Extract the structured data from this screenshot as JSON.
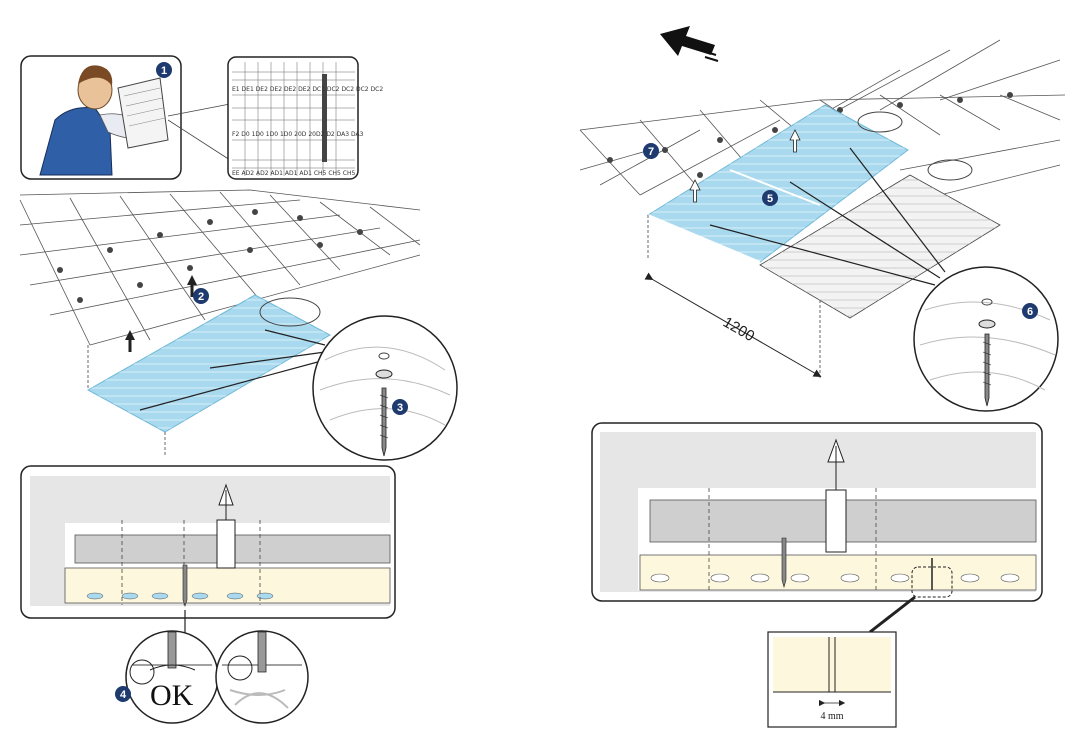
{
  "colors": {
    "panel_blue": "#a9d9ee",
    "panel_blue_edge": "#6fb9d8",
    "badge_navy": "#1e3a6e",
    "insulation_cream": "#fdf7de",
    "grey_board": "#cfcfcf",
    "line": "#2b2b2b"
  },
  "icons": {
    "worker": "worker-reading-plan-icon",
    "arrow_up": "lift-arrow-icon",
    "arrow_direction": "laying-direction-arrow-icon",
    "screw": "screw-icon",
    "washer": "washer-icon"
  },
  "steps": {
    "s1": "1",
    "s2": "2",
    "s3": "3",
    "s4": "4",
    "s5": "5",
    "s6": "6",
    "s7": "7"
  },
  "plan_labels": {
    "row1": [
      "E1",
      "DE1",
      "DE2",
      "DE2",
      "DE2",
      "DE2",
      "DC1",
      "DC2",
      "DC2",
      "DC2",
      "DC2"
    ],
    "row2": [
      "F2",
      "D0",
      "1D0",
      "1D0",
      "1D0",
      "20D",
      "20D2",
      "D2",
      "",
      "DA3",
      "DA3"
    ],
    "row3": [
      "EE",
      "AD2",
      "AD2",
      "AD1",
      "AD1",
      "AD1",
      "",
      "",
      "CH5",
      "CH5",
      "CH5"
    ]
  },
  "texts": {
    "ok": "OK",
    "dimension": "1200",
    "gap": "4 mm"
  }
}
